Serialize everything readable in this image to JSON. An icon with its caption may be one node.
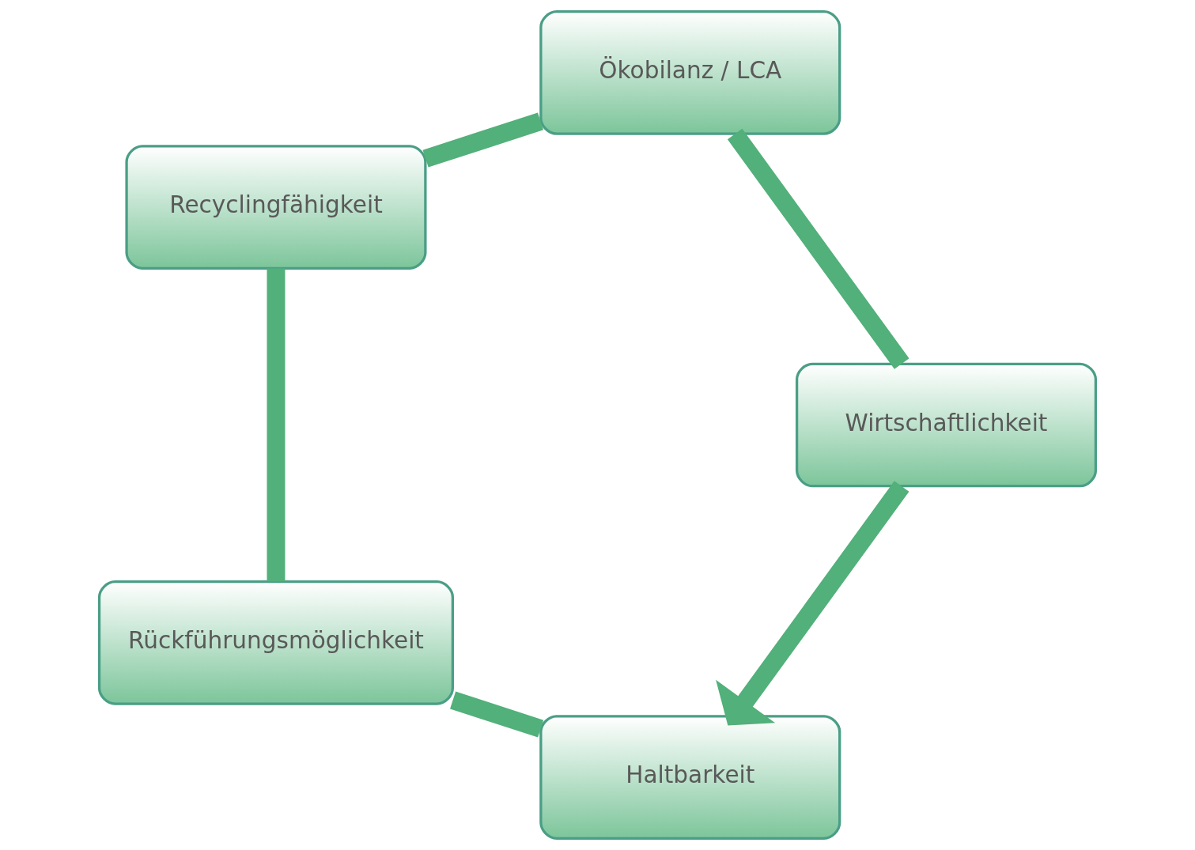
{
  "diagram": {
    "nodes": [
      {
        "text": [
          "Haltbarkeit"
        ]
      },
      {
        "text": [
          "Rückführungsmöglichkeit"
        ]
      },
      {
        "text": [
          "Recyclingfähigkeit"
        ]
      },
      {
        "text": [
          "Ökobilanz / LCA"
        ]
      },
      {
        "text": [
          "Wirtschaftlichkeit"
        ]
      }
    ],
    "edges": [
      {
        "from": 0,
        "to": 1,
        "arrow": "none"
      },
      {
        "from": 1,
        "to": 2,
        "arrow": "none"
      },
      {
        "from": 2,
        "to": 3,
        "arrow": "none"
      },
      {
        "from": 3,
        "to": 4,
        "arrow": "none"
      },
      {
        "from": 4,
        "to": 0,
        "arrow": "to"
      }
    ]
  }
}
